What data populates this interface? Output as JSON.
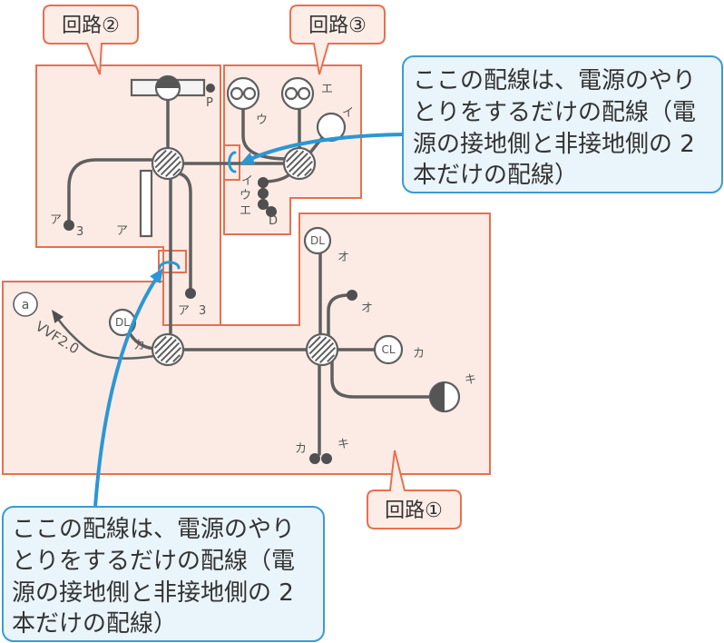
{
  "regions": {
    "circuit1_label": "回路①",
    "circuit2_label": "回路②",
    "circuit3_label": "回路③"
  },
  "callouts": {
    "top": {
      "lines": [
        "ここの配線は、電源のやり",
        "とりをするだけの配線（電",
        "源の接地側と非接地側の 2",
        "本だけの配線）"
      ]
    },
    "bottom": {
      "lines": [
        "ここの配線は、電源のやり",
        "とりをするだけの配線（電",
        "源の接地側と非接地側の 2",
        "本だけの配線）"
      ]
    }
  },
  "circuit2": {
    "pendant_label": "P",
    "left_cable_label": "ア",
    "left_cable_count": "3",
    "switch_label": "ア",
    "bottom_cable_label": "ア",
    "bottom_cable_count": "3"
  },
  "circuit3": {
    "outlet1_label": "ウ",
    "outlet2_label": "エ",
    "lamp_label": "イ",
    "terminal_labels": [
      "イ",
      "ウ",
      "エ"
    ],
    "terminal_d_label": "D"
  },
  "circuit1": {
    "source_label": "a",
    "cable_spec": "VVF2.0",
    "downlight_left_symbol": "DL",
    "downlight_left_label": "カ",
    "downlight_top_symbol": "DL",
    "downlight_top_label": "オ",
    "switch_label": "オ",
    "ceiling_light_symbol": "CL",
    "ceiling_light_label": "カ",
    "receptacle_label": "キ",
    "bottom_switch_labels": [
      "カ",
      "キ"
    ]
  },
  "colors": {
    "region_fill": "#fcebe5",
    "region_border": "#e8704e",
    "label_fill": "#fdede7",
    "callout_fill": "#eaf4fb",
    "callout_border": "#3a9bd5",
    "arrow": "#2b97d4",
    "wire": "#5f5f5f"
  }
}
